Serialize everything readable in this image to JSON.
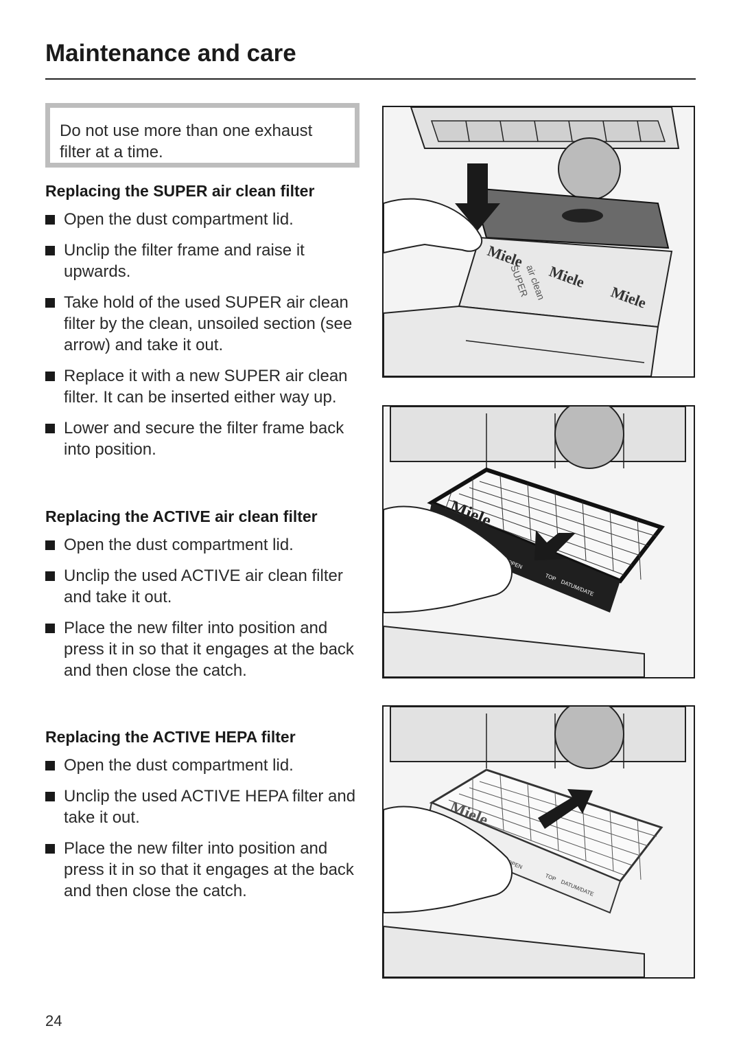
{
  "page": {
    "title": "Maintenance and care",
    "page_number": "24"
  },
  "note": {
    "text": "Do not use more than one exhaust filter at a time."
  },
  "sections": [
    {
      "heading": "Replacing the SUPER air clean filter",
      "steps": [
        "Open the dust compartment lid.",
        "Unclip the filter frame and raise it upwards.",
        "Take hold of the used SUPER air clean filter by the clean, unsoiled section (see arrow) and take it out.",
        "Replace it with a new SUPER air clean filter. It can be inserted either way up.",
        "Lower and secure the filter frame back into position."
      ]
    },
    {
      "heading": "Replacing the ACTIVE air clean filter",
      "steps": [
        "Open the dust compartment lid.",
        "Unclip the used ACTIVE air clean filter and take it out.",
        "Place the new filter into position and press it in so that it engages at the back and then close the catch."
      ]
    },
    {
      "heading": "Replacing the ACTIVE HEPA filter",
      "steps": [
        "Open the dust compartment lid.",
        "Unclip the used ACTIVE HEPA filter and take it out.",
        "Place the new filter into position and press it in so that it engages at the back and then close the catch."
      ]
    }
  ],
  "figures": {
    "super": {
      "brand": "Miele",
      "labels": [
        "SUPER",
        "air clean"
      ]
    },
    "active": {
      "brand": "Miele",
      "labels": [
        "OPEN",
        "TOP",
        "DATUM/DATE"
      ]
    },
    "hepa": {
      "brand": "Miele",
      "labels": [
        "OPEN",
        "TOP",
        "DATUM/DATE"
      ]
    }
  }
}
